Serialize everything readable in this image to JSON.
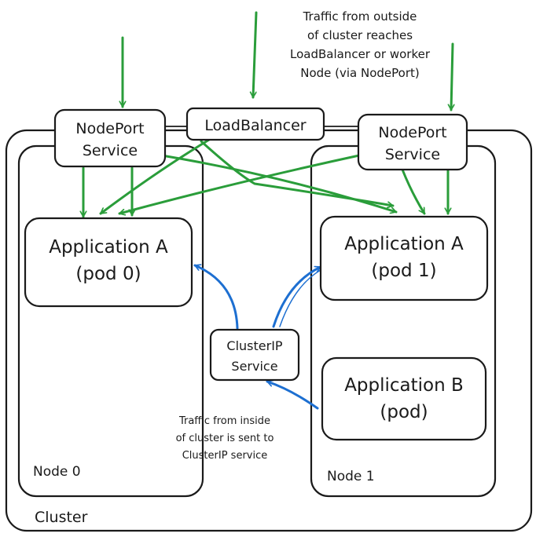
{
  "cluster": {
    "label": "Cluster"
  },
  "nodes": [
    {
      "label": "Node 0"
    },
    {
      "label": "Node 1"
    }
  ],
  "nodeport_left": {
    "line1": "NodePort",
    "line2": "Service"
  },
  "nodeport_right": {
    "line1": "NodePort",
    "line2": "Service"
  },
  "loadbalancer": {
    "label": "LoadBalancer"
  },
  "app_a_pod0": {
    "line1": "Application A",
    "line2": "(pod 0)"
  },
  "app_a_pod1": {
    "line1": "Application A",
    "line2": "(pod 1)"
  },
  "app_b_pod": {
    "line1": "Application B",
    "line2": "(pod)"
  },
  "clusterip": {
    "line1": "ClusterIP",
    "line2": "Service"
  },
  "note_outside": {
    "lines": [
      "Traffic from outside",
      "of cluster reaches",
      "LoadBalancer or worker",
      "Node (via NodePort)"
    ]
  },
  "note_inside": {
    "lines": [
      "Traffic from inside",
      "of cluster is sent to",
      "ClusterIP service"
    ]
  },
  "colors": {
    "external_traffic": "#2a9d3a",
    "internal_traffic": "#1d6fd1",
    "outline": "#1a1a1a"
  }
}
